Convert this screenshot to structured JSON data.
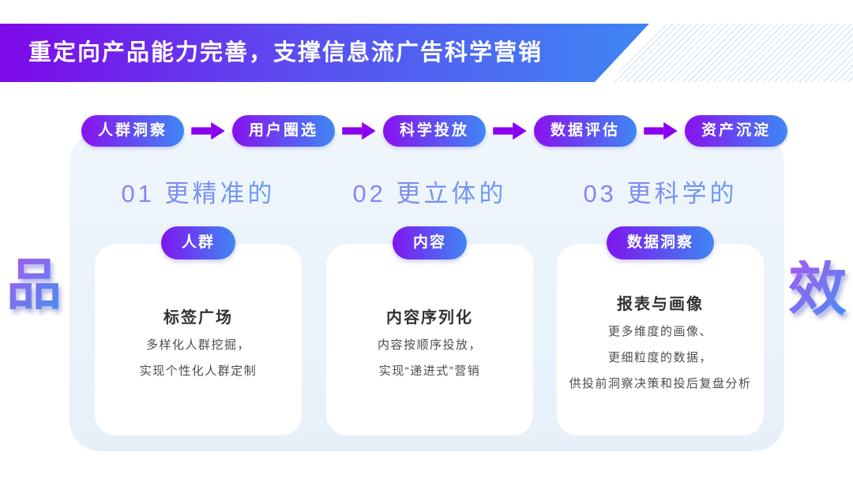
{
  "slide": {
    "banner": {
      "title": "重定向产品能力完善，支撑信息流广告科学营销"
    },
    "flow_steps": [
      "人群洞察",
      "用户圈选",
      "科学投放",
      "数据评估",
      "资产沉淀"
    ],
    "columns": [
      {
        "number_label": "01 更精准的",
        "tag": "人群",
        "card_title": "标签广场",
        "lines": [
          "多样化人群挖掘，",
          "实现个性化人群定制"
        ]
      },
      {
        "number_label": "02 更立体的",
        "tag": "内容",
        "card_title": "内容序列化",
        "lines": [
          "内容按顺序投放，",
          "实现“递进式”营销"
        ]
      },
      {
        "number_label": "03 更科学的",
        "tag": "数据洞察",
        "card_title": "报表与画像",
        "lines": [
          "更多维度的画像、",
          "更细粒度的数据，",
          "供投前洞察决策和投后复盘分析"
        ]
      }
    ],
    "side_labels": {
      "left": "品",
      "right": "效"
    },
    "colors": {
      "banner_gradient_start": "#7e08e9",
      "banner_gradient_end": "#3f86f4",
      "pill_gradient_start": "#8812ee",
      "pill_gradient_end": "#3e87f5",
      "arrow": "#8a00f0",
      "panel_bg": "#ebf3fa",
      "heading_gradient_start": "#8d7ef1",
      "heading_gradient_end": "#63a1f4"
    }
  }
}
